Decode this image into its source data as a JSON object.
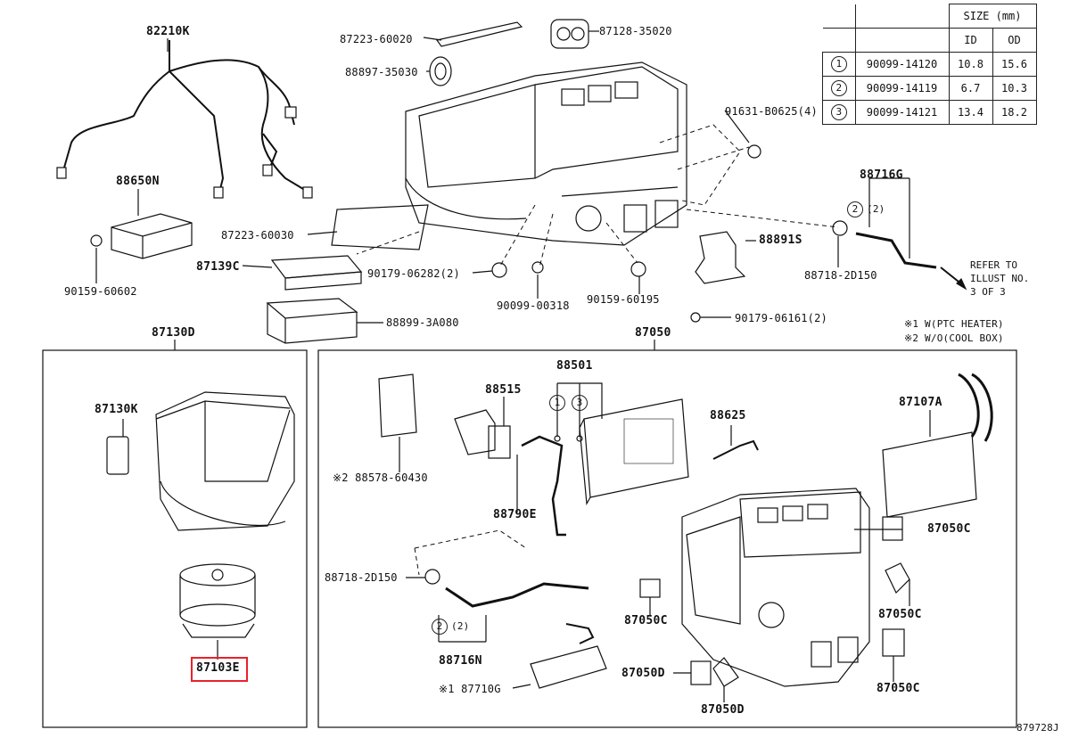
{
  "size_table": {
    "header": "SIZE (mm)",
    "col_id": "ID",
    "col_od": "OD",
    "rows": [
      {
        "mark": "1",
        "part": "90099-14120",
        "id": "10.8",
        "od": "15.6"
      },
      {
        "mark": "2",
        "part": "90099-14119",
        "id": "6.7",
        "od": "10.3"
      },
      {
        "mark": "3",
        "part": "90099-14121",
        "id": "13.4",
        "od": "18.2"
      }
    ]
  },
  "labels": {
    "p82210k": "82210K",
    "p87223_60020": "87223-60020",
    "p87128_35020": "87128-35020",
    "p88897_35030": "88897-35030",
    "p91631": "91631-B0625(4)",
    "p88650n": "88650N",
    "p87223_60030": "87223-60030",
    "p88716g": "88716G",
    "p87139c": "87139C",
    "p90159_60602": "90159-60602",
    "p90179_06282": "90179-06282(2)",
    "p90099_00318": "90099-00318",
    "p90159_60195": "90159-60195",
    "p88891s": "88891S",
    "p88718_2d150_top": "88718-2D150",
    "p88899": "88899-3A080",
    "p90179_06161": "90179-06161(2)",
    "p87130d": "87130D",
    "p87050": "87050",
    "note1": "※1 W(PTC HEATER)",
    "note2": "※2 W/O(COOL BOX)",
    "p87130k": "87130K",
    "p88501": "88501",
    "p88515": "88515",
    "p88625": "88625",
    "p87107a": "87107A",
    "p88578": "※2 88578-60430",
    "p88790e": "88790E",
    "p87050c_1": "87050C",
    "p88718_2d150_bot": "88718-2D150",
    "p87050c_2": "87050C",
    "p87050c_3": "87050C",
    "p87050c_4": "87050C",
    "p87103e": "87103E",
    "p88716n": "88716N",
    "p87050d_1": "87050D",
    "p87050d_2": "87050D",
    "p87710g": "※1 87710G",
    "ref_note": "REFER TO\nILLUST NO.\n3 OF 3",
    "callout_2_top": "2",
    "callout_2_top_note": "(2)",
    "callout_1": "1",
    "callout_3": "3",
    "callout_2_bot": "2",
    "callout_2_bot_note": "(2)",
    "figure_id": "879728J"
  },
  "highlight_color": "#e8222a"
}
